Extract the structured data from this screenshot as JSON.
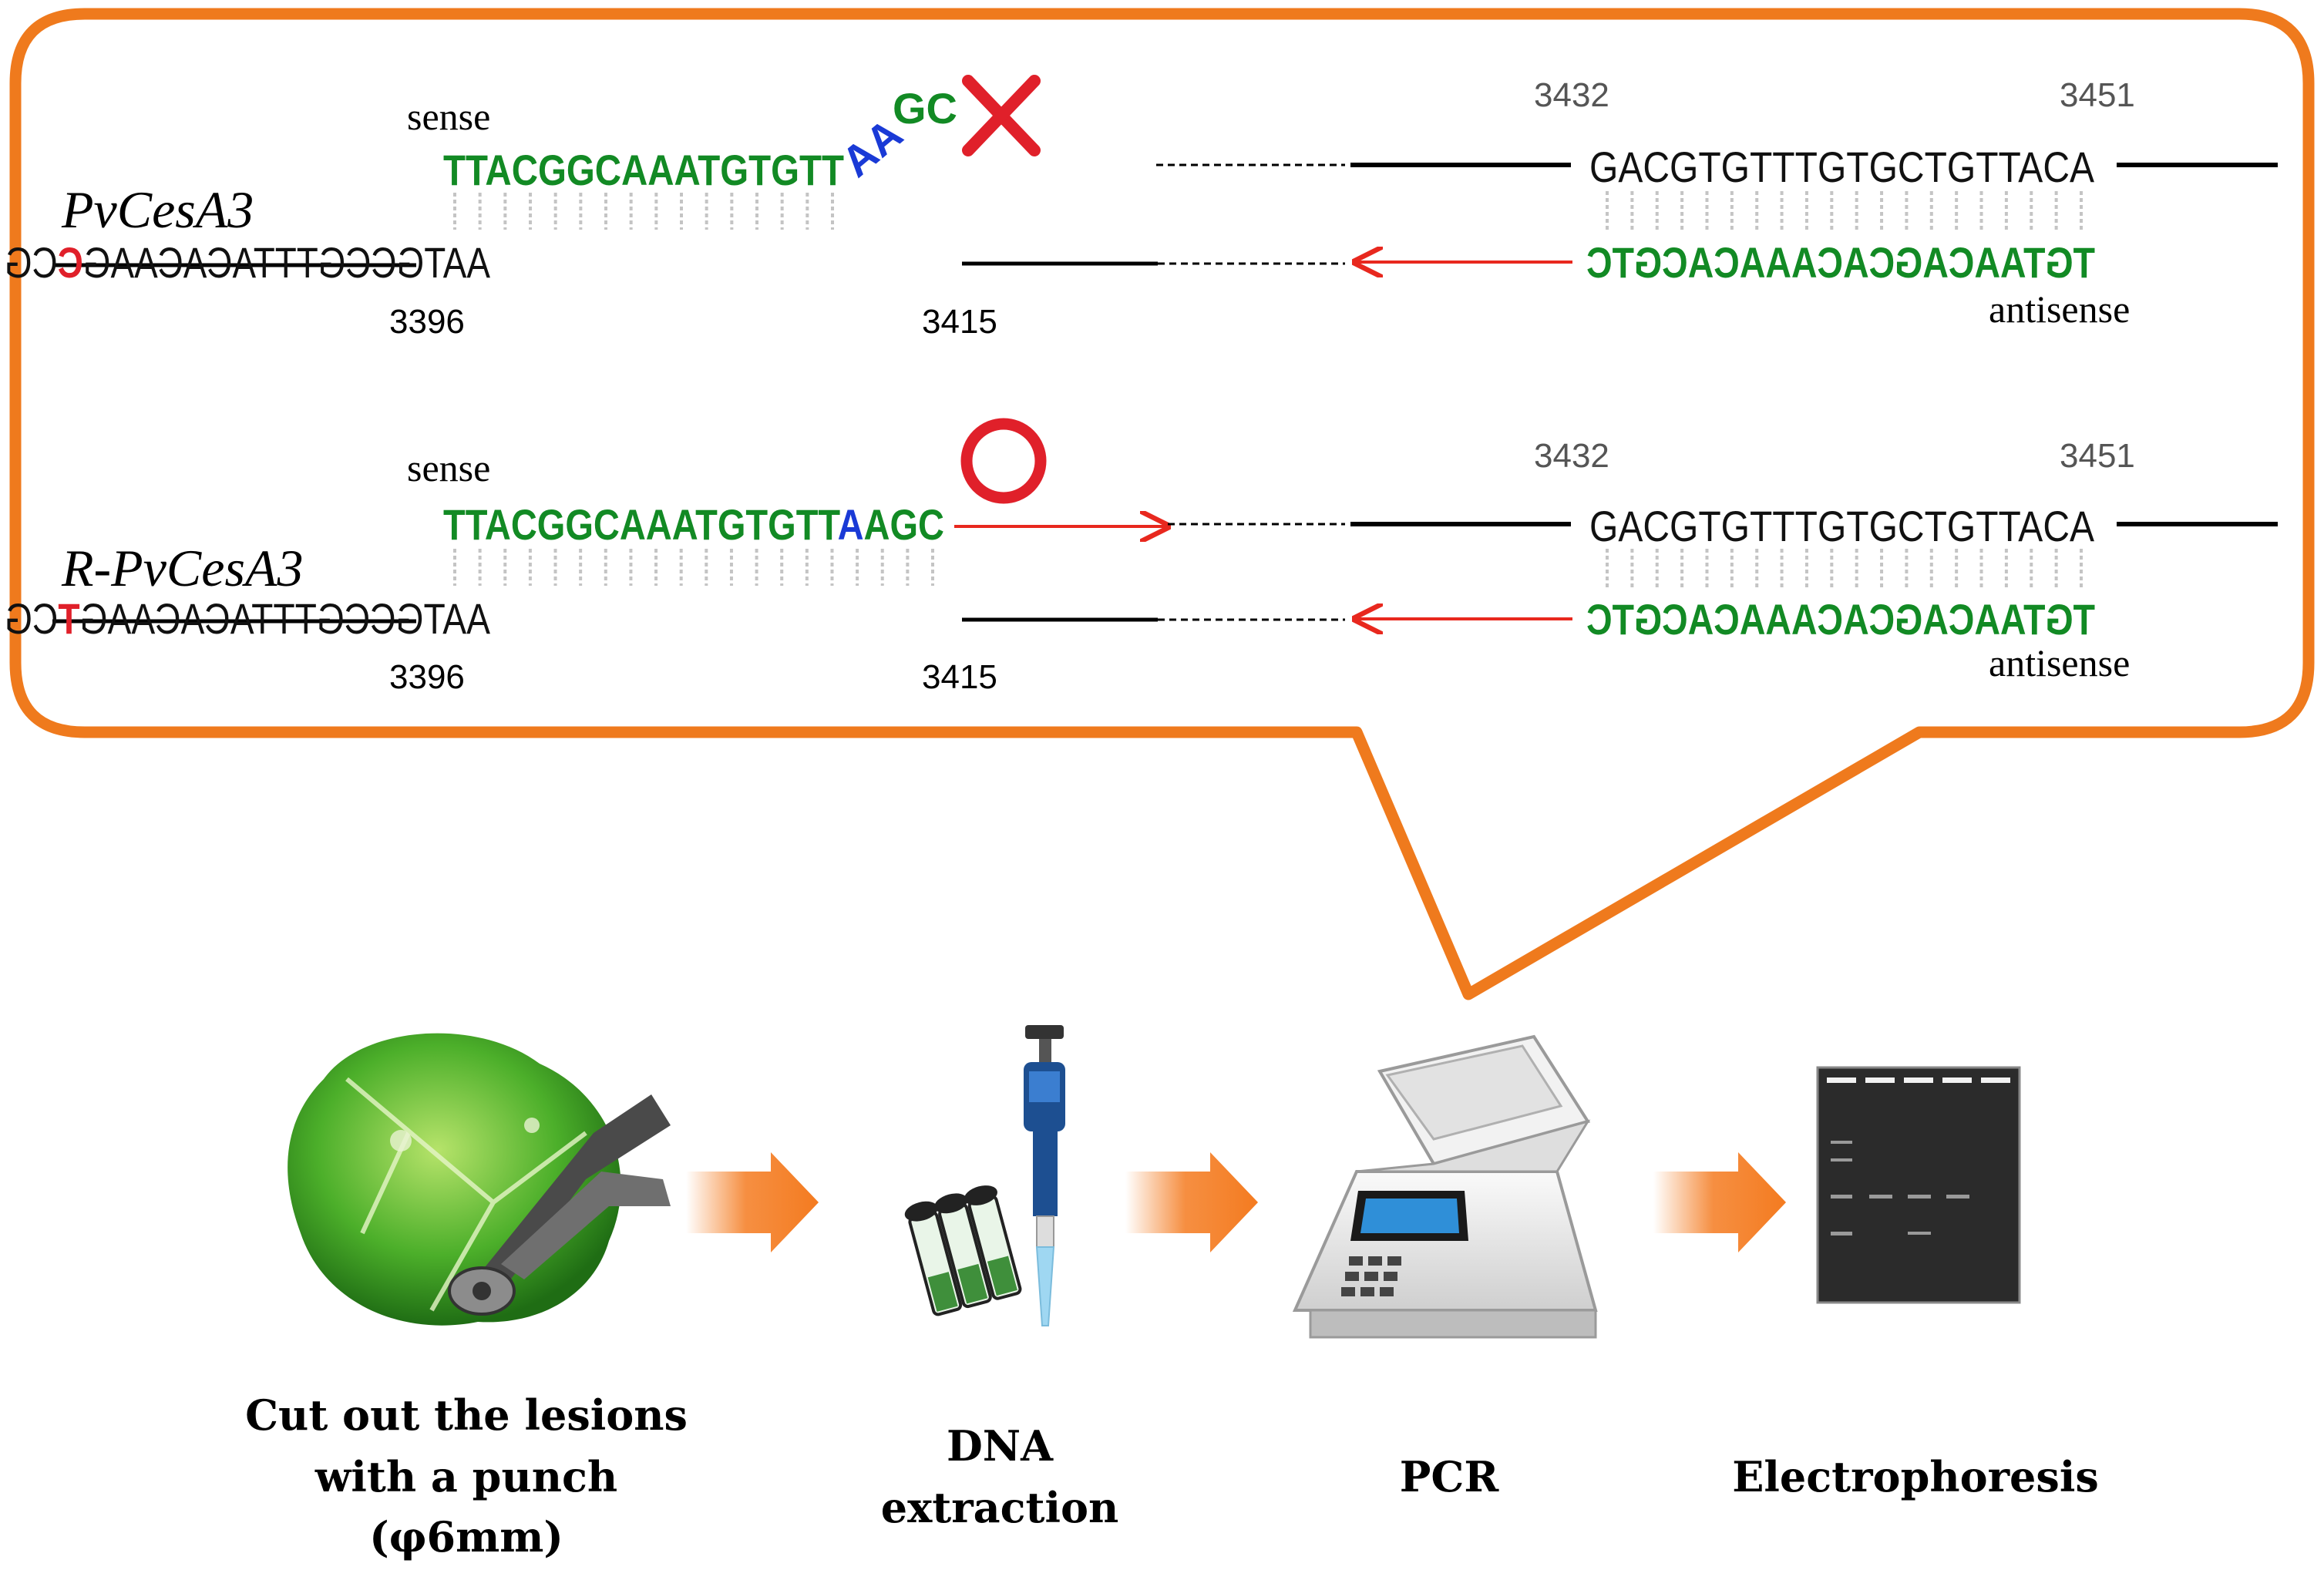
{
  "colors": {
    "border": "#ef7a1d",
    "primer_green": "#128a24",
    "mismatch_red": "#e0202a",
    "mutant_blue": "#1a3ad6",
    "arrow_red": "#e8281e",
    "chevron_orange": "#f47b20"
  },
  "panel_a": {
    "gene_label": "PvCesA3",
    "sense_label": "sense",
    "sense_primer_main": "TTACGGCAAATGTGTT",
    "sense_primer_tail_blue": "AA",
    "sense_primer_tail_green": "GC",
    "template_prefix": "AATGCCGTTTACACAAG",
    "template_mismatch": "C",
    "template_suffix": "CG",
    "pos_start": "3396",
    "pos_end": "3415",
    "pos_right_start": "3432",
    "pos_right_end": "3451",
    "right_top_seq": "GACGTGTTTGTGCTGTTACA",
    "antisense_primer": "TGTAACAGCACAAACACGTC",
    "antisense_label": "antisense",
    "result_icon": "cross-icon"
  },
  "panel_b": {
    "gene_label": "R-PvCesA3",
    "sense_label": "sense",
    "sense_primer_main": "TTACGGCAAATGTGTT",
    "sense_primer_blue": "A",
    "sense_primer_end": "AGC",
    "template_prefix": "AATGCCGTTTACACAAG",
    "template_mismatch": "T",
    "template_suffix": "CG",
    "pos_start": "3396",
    "pos_end": "3415",
    "pos_right_start": "3432",
    "pos_right_end": "3451",
    "right_top_seq": "GACGTGTTTGTGCTGTTACA",
    "antisense_primer": "TGTAACAGCACAAACACGTC",
    "antisense_label": "antisense",
    "result_icon": "circle-icon"
  },
  "workflow": {
    "steps": [
      {
        "label_lines": [
          "Cut out the lesions",
          "with a punch",
          "(φ6mm)"
        ],
        "icon": "leaf-punch-icon"
      },
      {
        "label_lines": [
          "DNA",
          "extraction"
        ],
        "icon": "pipette-tubes-icon"
      },
      {
        "label_lines": [
          "PCR"
        ],
        "icon": "thermal-cycler-icon"
      },
      {
        "label_lines": [
          "Electrophoresis"
        ],
        "icon": "gel-icon"
      }
    ]
  }
}
